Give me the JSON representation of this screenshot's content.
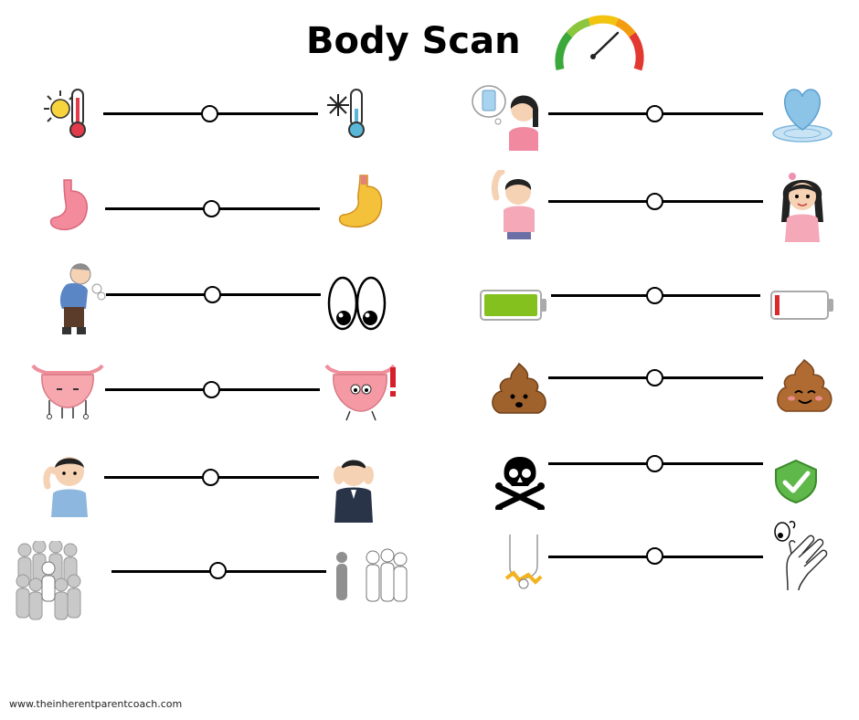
{
  "title": "Body Scan",
  "footer": "www.theinherentparentcoach.com",
  "colors": {
    "track": "#000000",
    "knob_fill": "#ffffff",
    "gauge_green": "#3aa83a",
    "gauge_yellow": "#f2c40f",
    "gauge_red": "#e2382f"
  },
  "scales": [
    {
      "name": "temperature",
      "left_icon": "hot-thermometer-icon",
      "right_icon": "cold-thermometer-icon",
      "level": 0.5
    },
    {
      "name": "hunger",
      "left_icon": "empty-stomach-icon",
      "right_icon": "full-stomach-icon",
      "level": 0.5
    },
    {
      "name": "tiredness",
      "left_icon": "tired-person-icon",
      "right_icon": "wide-awake-eyes-icon",
      "level": 0.5
    },
    {
      "name": "bladder",
      "left_icon": "calm-bladder-icon",
      "right_icon": "full-bladder-icon",
      "level": 0.5
    },
    {
      "name": "noise",
      "left_icon": "listening-person-icon",
      "right_icon": "covering-ears-person-icon",
      "level": 0.5
    },
    {
      "name": "company",
      "left_icon": "crowd-icon",
      "right_icon": "alone-person-icon",
      "level": 0.5
    },
    {
      "name": "thirst",
      "left_icon": "thirsty-person-icon",
      "right_icon": "water-heart-icon",
      "level": 0.5
    },
    {
      "name": "pain",
      "left_icon": "hurting-person-icon",
      "right_icon": "happy-person-icon",
      "level": 0.5
    },
    {
      "name": "energy",
      "left_icon": "full-battery-icon",
      "right_icon": "empty-battery-icon",
      "level": 0.5
    },
    {
      "name": "poop",
      "left_icon": "worried-poop-icon",
      "right_icon": "happy-poop-icon",
      "level": 0.5
    },
    {
      "name": "safety",
      "left_icon": "skull-crossbones-icon",
      "right_icon": "check-shield-icon",
      "level": 0.5
    },
    {
      "name": "touch",
      "left_icon": "foot-stepping-icon",
      "right_icon": "soft-touch-hand-icon",
      "level": 0.5
    }
  ]
}
